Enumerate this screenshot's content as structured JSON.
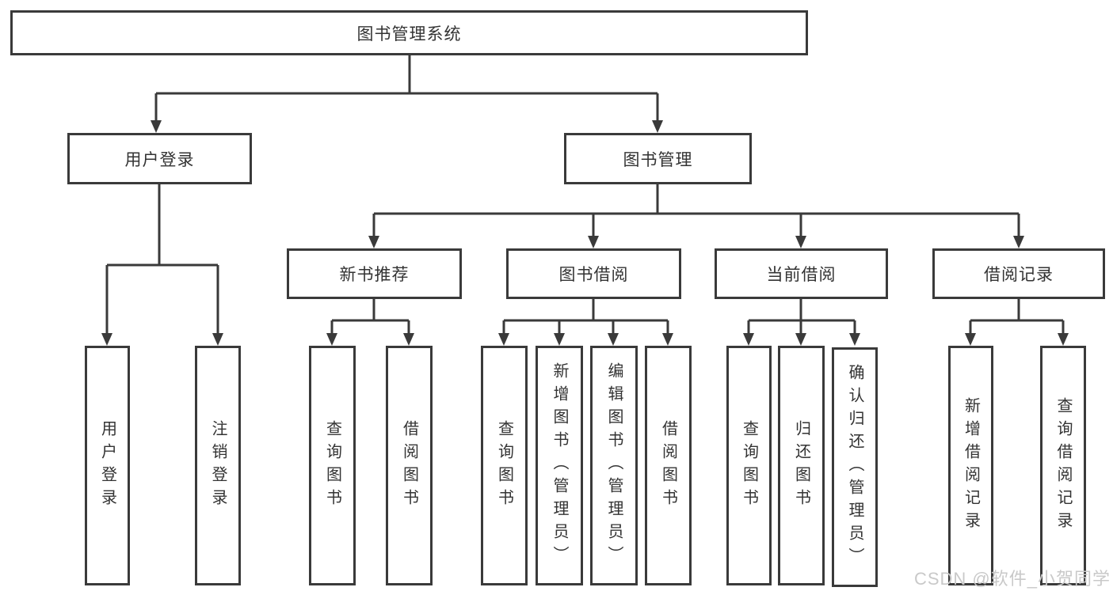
{
  "root": {
    "label": "图书管理系统"
  },
  "user_login": {
    "label": "用户登录",
    "children": [
      {
        "label": "用户登录"
      },
      {
        "label": "注销登录"
      }
    ]
  },
  "book_mgmt": {
    "label": "图书管理",
    "children": [
      {
        "label": "新书推荐",
        "children": [
          {
            "label": "查询图书"
          },
          {
            "label": "借阅图书"
          }
        ]
      },
      {
        "label": "图书借阅",
        "children": [
          {
            "label": "查询图书"
          },
          {
            "label": "新增图书（管理员）"
          },
          {
            "label": "编辑图书（管理员）"
          },
          {
            "label": "借阅图书"
          }
        ]
      },
      {
        "label": "当前借阅",
        "children": [
          {
            "label": "查询图书"
          },
          {
            "label": "归还图书"
          },
          {
            "label": "确认归还（管理员）"
          }
        ]
      },
      {
        "label": "借阅记录",
        "children": [
          {
            "label": "新增借阅记录"
          },
          {
            "label": "查询借阅记录"
          }
        ]
      }
    ]
  },
  "watermark": {
    "text": "CSDN @软件_小贺同学"
  },
  "colors": {
    "line": "#3a3a3a",
    "text": "#333333",
    "box_background": "#ffffff",
    "watermark": "#c9c9c9"
  }
}
